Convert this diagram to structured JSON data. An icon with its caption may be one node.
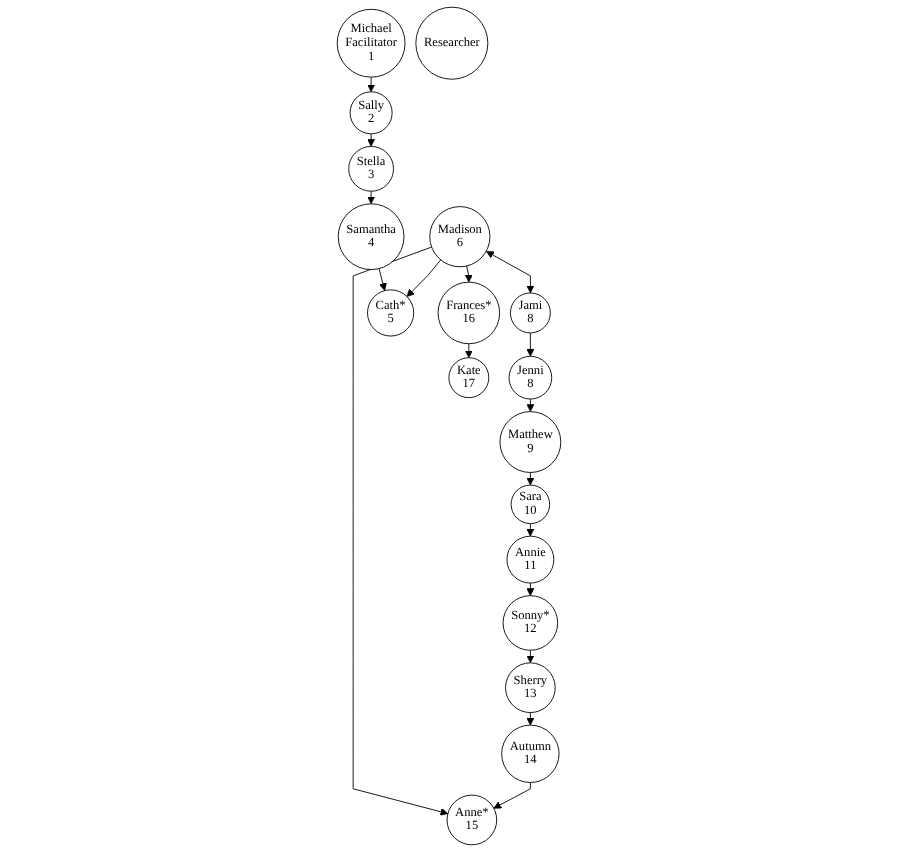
{
  "diagram": {
    "nodes": [
      {
        "text": [
          "Frances*",
          "16"
        ]
      },
      {
        "text": [
          "Madison",
          "6"
        ]
      },
      {
        "text": [
          "Anne*",
          "15"
        ]
      },
      {
        "text": [
          "Sherry",
          "13"
        ]
      },
      {
        "text": [
          "Samantha",
          "4"
        ]
      },
      {
        "text": [
          "Sally",
          "2"
        ]
      },
      {
        "text": [
          "Jenni",
          "8"
        ]
      },
      {
        "text": [
          "Kate",
          "17"
        ]
      },
      {
        "text": [
          "Sonny*",
          "12"
        ]
      },
      {
        "text": [
          "Sara",
          "10"
        ]
      },
      {
        "text": [
          "Cath*",
          "5"
        ]
      },
      {
        "text": [
          "Stella",
          "3"
        ]
      },
      {
        "text": [
          "Michael",
          "Facilitator",
          "1"
        ]
      },
      {
        "text": [
          "Researcher"
        ]
      },
      {
        "text": [
          "Autumn",
          "14"
        ]
      },
      {
        "text": [
          "Annie",
          "11"
        ]
      },
      {
        "text": [
          "Matthew",
          "9"
        ]
      },
      {
        "text": [
          "Jami",
          "8"
        ]
      }
    ],
    "edges": [
      {
        "from": 1,
        "to": 0,
        "arrow": "to"
      },
      {
        "from": 1,
        "to": 2,
        "arrow": "to"
      },
      {
        "from": 0,
        "to": 7,
        "arrow": "to"
      },
      {
        "from": 8,
        "to": 3,
        "arrow": "to"
      },
      {
        "from": 3,
        "to": 14,
        "arrow": "to"
      },
      {
        "from": 14,
        "to": 2,
        "arrow": "to"
      },
      {
        "from": 12,
        "to": 5,
        "arrow": "to"
      },
      {
        "from": 5,
        "to": 11,
        "arrow": "to"
      },
      {
        "from": 11,
        "to": 4,
        "arrow": "to"
      },
      {
        "from": 4,
        "to": 10,
        "arrow": "to"
      },
      {
        "from": 1,
        "to": 10,
        "arrow": "to"
      },
      {
        "from": 1,
        "to": 17,
        "arrow": "both"
      },
      {
        "from": 17,
        "to": 6,
        "arrow": "to"
      },
      {
        "from": 6,
        "to": 16,
        "arrow": "to"
      },
      {
        "from": 9,
        "to": 15,
        "arrow": "to"
      },
      {
        "from": 16,
        "to": 9,
        "arrow": "to"
      },
      {
        "from": 15,
        "to": 8,
        "arrow": "to"
      }
    ]
  }
}
